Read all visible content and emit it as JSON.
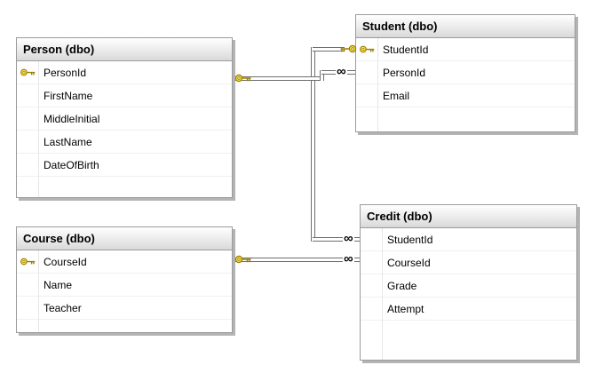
{
  "tables": {
    "person": {
      "title": "Person (dbo)",
      "columns": [
        {
          "name": "PersonId",
          "key": true
        },
        {
          "name": "FirstName",
          "key": false
        },
        {
          "name": "MiddleInitial",
          "key": false
        },
        {
          "name": "LastName",
          "key": false
        },
        {
          "name": "DateOfBirth",
          "key": false
        }
      ]
    },
    "student": {
      "title": "Student (dbo)",
      "columns": [
        {
          "name": "StudentId",
          "key": true
        },
        {
          "name": "PersonId",
          "key": false
        },
        {
          "name": "Email",
          "key": false
        }
      ]
    },
    "course": {
      "title": "Course (dbo)",
      "columns": [
        {
          "name": "CourseId",
          "key": true
        },
        {
          "name": "Name",
          "key": false
        },
        {
          "name": "Teacher",
          "key": false
        }
      ]
    },
    "credit": {
      "title": "Credit (dbo)",
      "columns": [
        {
          "name": "StudentId",
          "key": false
        },
        {
          "name": "CourseId",
          "key": false
        },
        {
          "name": "Grade",
          "key": false
        },
        {
          "name": "Attempt",
          "key": false
        }
      ]
    }
  },
  "relations": [
    {
      "one_side": "Person",
      "many_side": "Student",
      "many_symbol": "∞"
    },
    {
      "one_side": "Student",
      "many_side": "Credit",
      "many_symbol": "∞"
    },
    {
      "one_side": "Course",
      "many_side": "Credit",
      "many_symbol": "∞"
    }
  ],
  "colors": {
    "line": "#6e6e6e",
    "key_fill": "#ffe23d",
    "key_stroke": "#9a7d00",
    "table_border": "#9b9b9b",
    "shadow": "#b4b4b4"
  }
}
